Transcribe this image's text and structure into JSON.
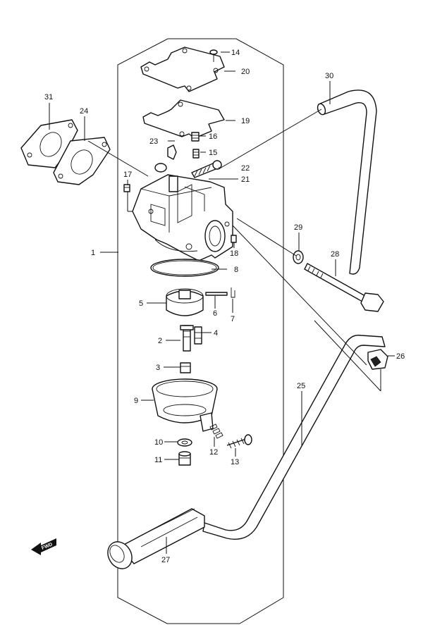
{
  "diagram": {
    "fwd_badge": "FWD",
    "callouts": [
      {
        "id": "1",
        "text": "1"
      },
      {
        "id": "2",
        "text": "2"
      },
      {
        "id": "3",
        "text": "3"
      },
      {
        "id": "4",
        "text": "4"
      },
      {
        "id": "5",
        "text": "5"
      },
      {
        "id": "6",
        "text": "6"
      },
      {
        "id": "7",
        "text": "7"
      },
      {
        "id": "8",
        "text": "8"
      },
      {
        "id": "9",
        "text": "9"
      },
      {
        "id": "10",
        "text": "10"
      },
      {
        "id": "11",
        "text": "11"
      },
      {
        "id": "12",
        "text": "12"
      },
      {
        "id": "13",
        "text": "13"
      },
      {
        "id": "14",
        "text": "14"
      },
      {
        "id": "15",
        "text": "15"
      },
      {
        "id": "16",
        "text": "16"
      },
      {
        "id": "17",
        "text": "17"
      },
      {
        "id": "18",
        "text": "18"
      },
      {
        "id": "19",
        "text": "19"
      },
      {
        "id": "20",
        "text": "20"
      },
      {
        "id": "21",
        "text": "21"
      },
      {
        "id": "22",
        "text": "22"
      },
      {
        "id": "23",
        "text": "23"
      },
      {
        "id": "24",
        "text": "24"
      },
      {
        "id": "25",
        "text": "25"
      },
      {
        "id": "26",
        "text": "26"
      },
      {
        "id": "27",
        "text": "27"
      },
      {
        "id": "28",
        "text": "28"
      },
      {
        "id": "29",
        "text": "29"
      },
      {
        "id": "30",
        "text": "30"
      },
      {
        "id": "31",
        "text": "31"
      }
    ]
  }
}
